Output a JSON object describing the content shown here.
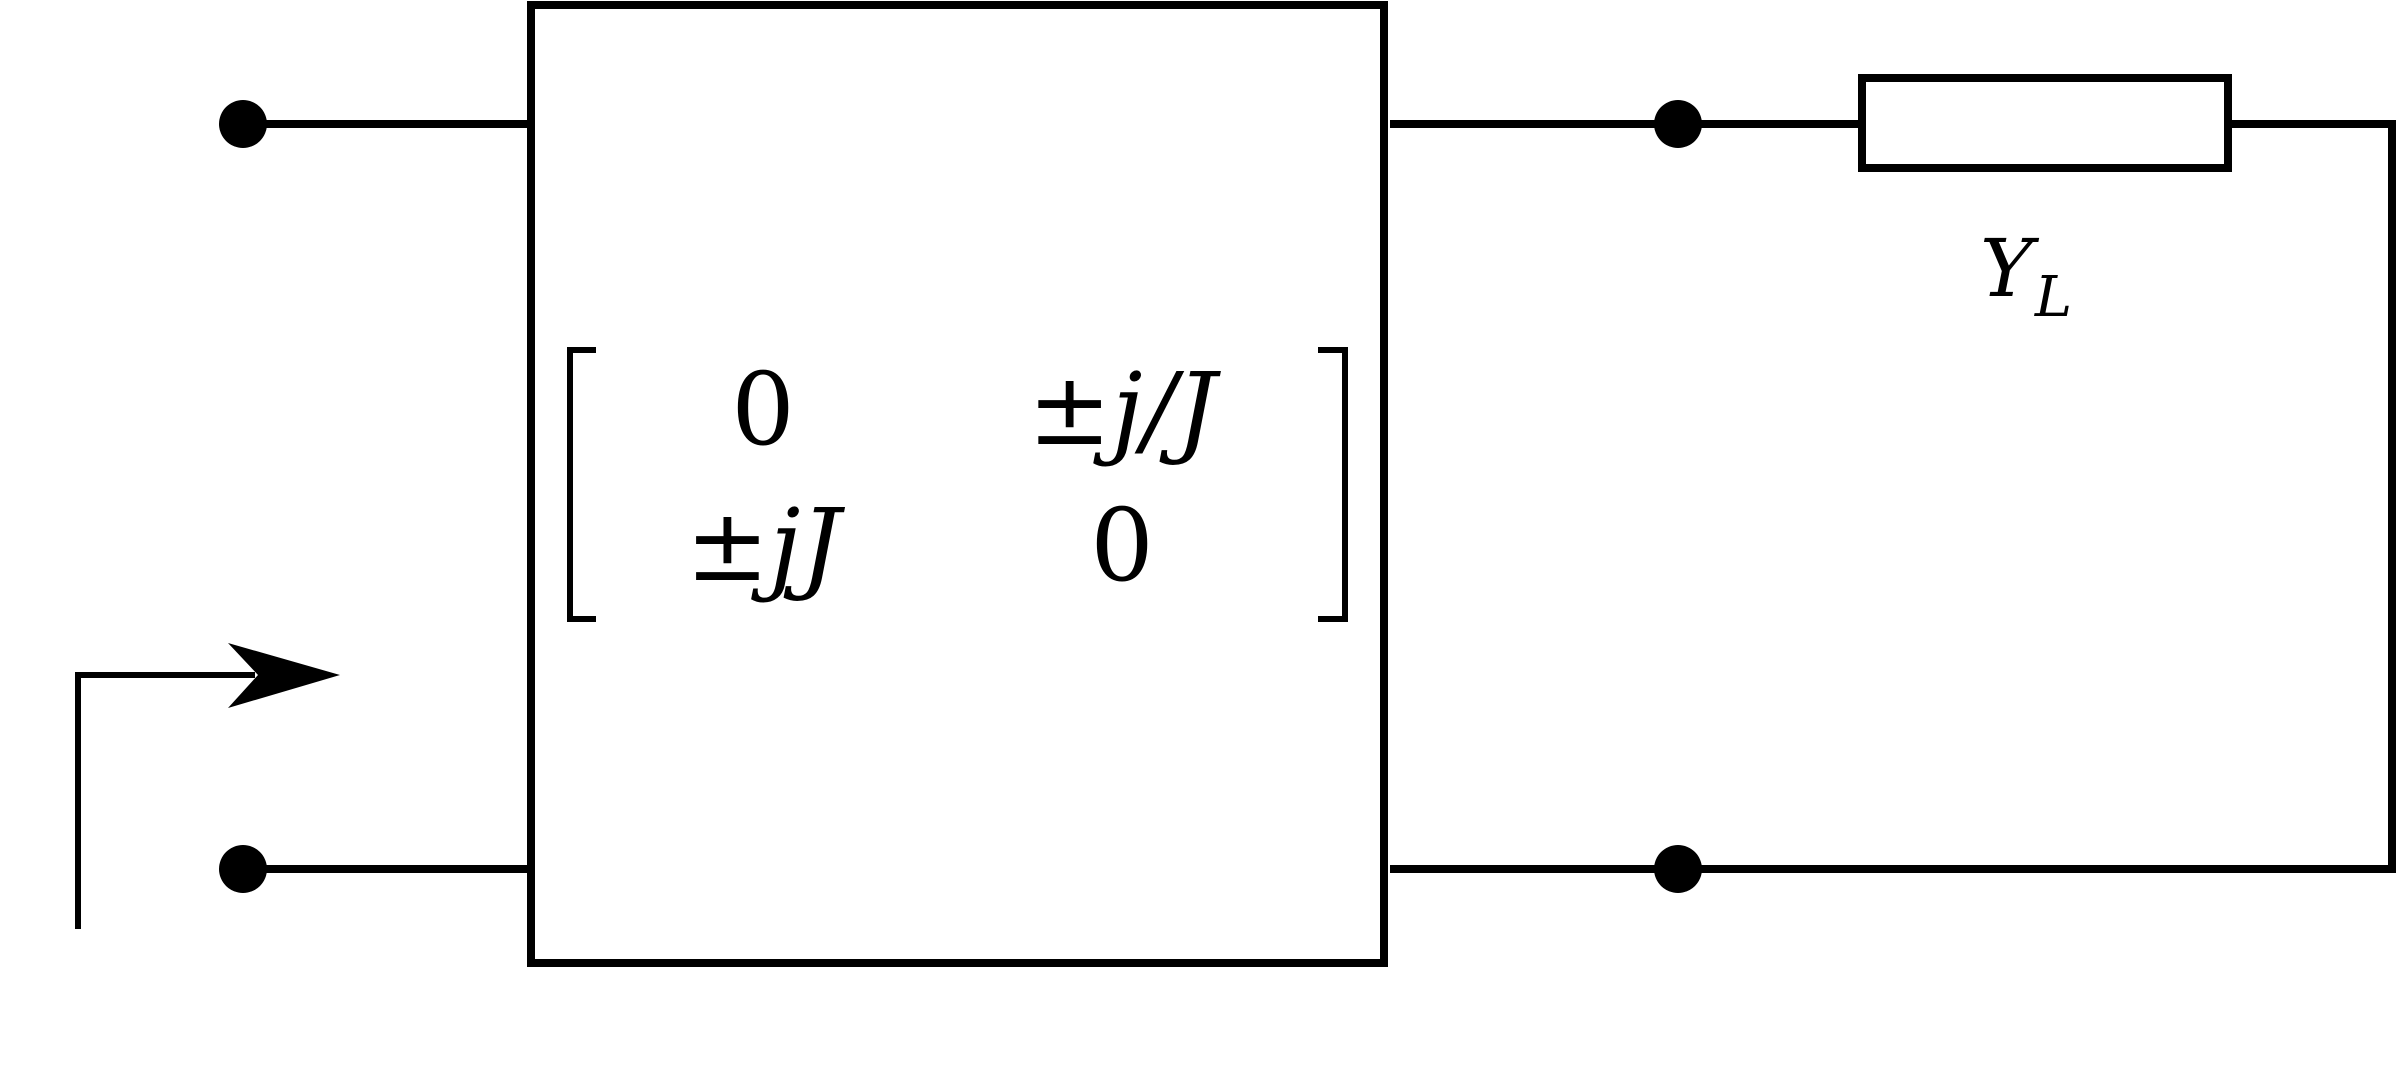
{
  "diagram": {
    "matrix": {
      "r1c1": "0",
      "r1c2": "±j/J",
      "r2c1": "±jJ",
      "r2c2": "0"
    },
    "load": {
      "label_main": "Y",
      "label_sub": "L"
    },
    "colors": {
      "stroke": "#000000",
      "background": "#ffffff"
    }
  }
}
